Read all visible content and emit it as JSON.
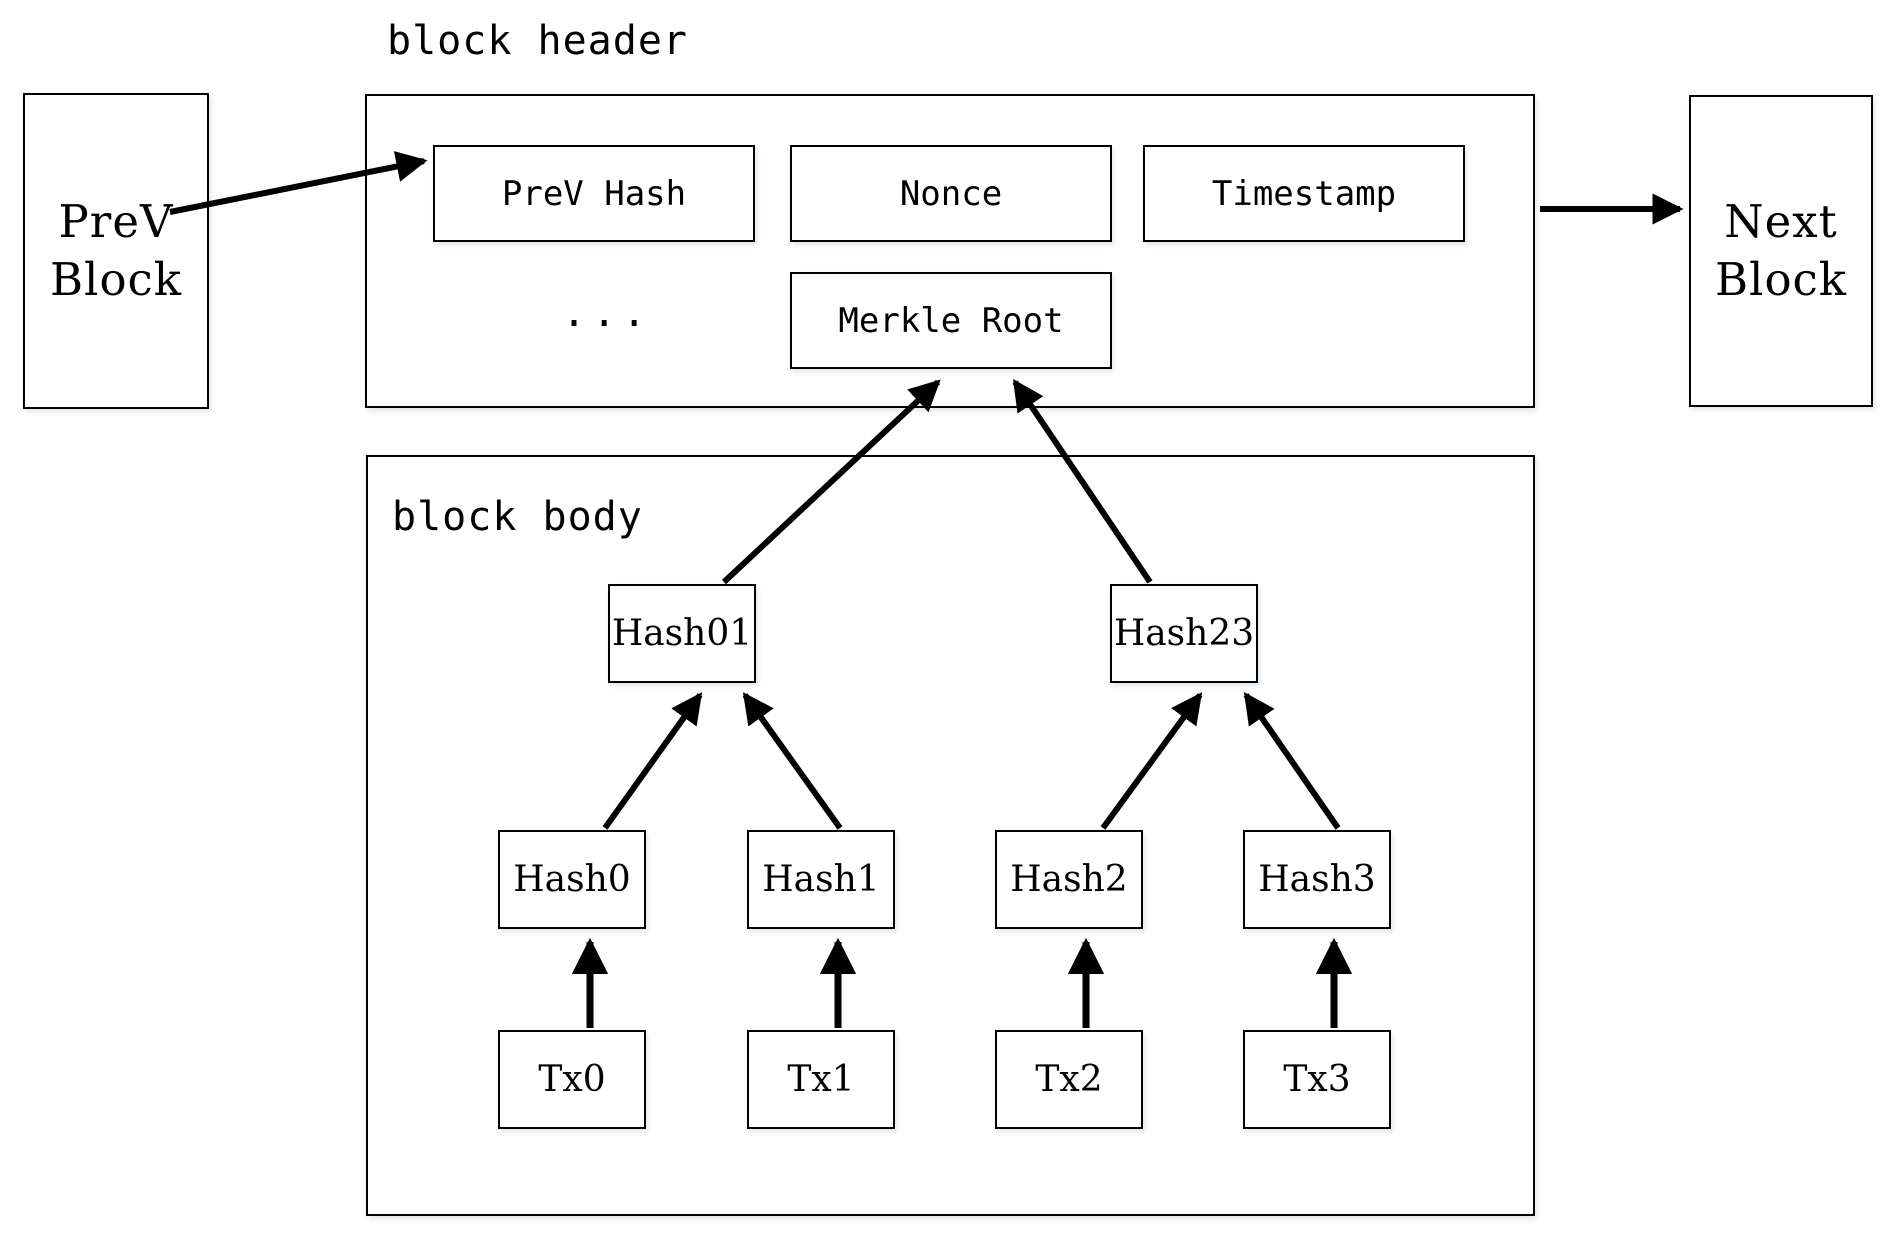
{
  "diagram": {
    "title_header": "block header",
    "title_body": "block body",
    "ellipsis": "..."
  },
  "chain": {
    "prev_block": {
      "line1": "PreV",
      "line2": "Block"
    },
    "next_block": {
      "line1": "Next",
      "line2": "Block"
    }
  },
  "header_fields": [
    {
      "id": "prev-hash",
      "label": "PreV Hash"
    },
    {
      "id": "nonce",
      "label": "Nonce"
    },
    {
      "id": "timestamp",
      "label": "Timestamp"
    },
    {
      "id": "merkle-root",
      "label": "Merkle Root"
    }
  ],
  "merkle_tree": {
    "internal_nodes": [
      {
        "id": "hash01",
        "label": "Hash01"
      },
      {
        "id": "hash23",
        "label": "Hash23"
      }
    ],
    "leaf_hashes": [
      {
        "id": "hash0",
        "label": "Hash0"
      },
      {
        "id": "hash1",
        "label": "Hash1"
      },
      {
        "id": "hash2",
        "label": "Hash2"
      },
      {
        "id": "hash3",
        "label": "Hash3"
      }
    ],
    "transactions": [
      {
        "id": "tx0",
        "label": "Tx0"
      },
      {
        "id": "tx1",
        "label": "Tx1"
      },
      {
        "id": "tx2",
        "label": "Tx2"
      },
      {
        "id": "tx3",
        "label": "Tx3"
      }
    ]
  },
  "colors": {
    "stroke": "#000000",
    "fill": "#ffffff",
    "shadow": "#c8d2e6"
  }
}
